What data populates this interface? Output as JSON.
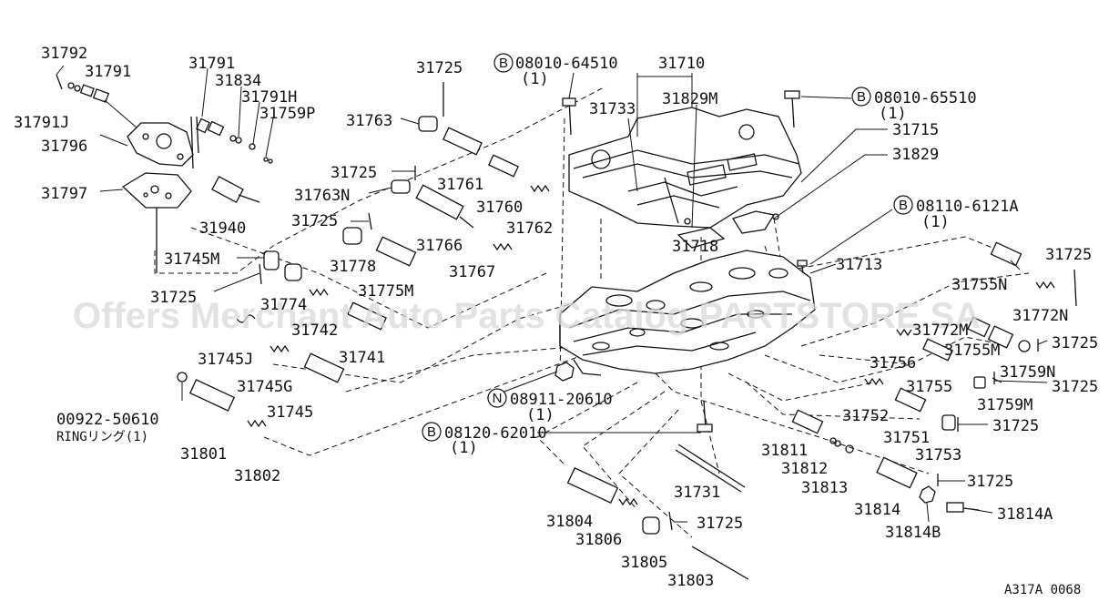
{
  "watermark": "Offers Merchant Auto Parts Catalog PARTSTORE.SA",
  "figure_code": "A317A 0068",
  "callouts": [
    {
      "id": "c1",
      "text": "31792"
    },
    {
      "id": "c2",
      "text": "31791"
    },
    {
      "id": "c3",
      "text": "31791J"
    },
    {
      "id": "c4",
      "text": "31796"
    },
    {
      "id": "c5",
      "text": "31797"
    },
    {
      "id": "c6",
      "text": "31791"
    },
    {
      "id": "c7",
      "text": "31834"
    },
    {
      "id": "c8",
      "text": "31791H"
    },
    {
      "id": "c9",
      "text": "31759P"
    },
    {
      "id": "c10",
      "text": "31940"
    },
    {
      "id": "c11",
      "text": "31725"
    },
    {
      "id": "c12",
      "text": "31763"
    },
    {
      "id": "c13",
      "text": "31725"
    },
    {
      "id": "c14",
      "text": "31761"
    },
    {
      "id": "c15",
      "text": "31763N"
    },
    {
      "id": "c16",
      "text": "31760"
    },
    {
      "id": "c17",
      "text": "31725"
    },
    {
      "id": "c18",
      "text": "31766"
    },
    {
      "id": "c19",
      "text": "31762"
    },
    {
      "id": "c20",
      "text": "31778"
    },
    {
      "id": "c21",
      "text": "31767"
    },
    {
      "id": "c22",
      "text": "31745M"
    },
    {
      "id": "c23",
      "text": "31775M"
    },
    {
      "id": "c24",
      "text": "31725"
    },
    {
      "id": "c25",
      "text": "31774"
    },
    {
      "id": "c26",
      "text": "31742"
    },
    {
      "id": "c27",
      "text": "31741"
    },
    {
      "id": "c28",
      "text": "31745J"
    },
    {
      "id": "c29",
      "text": "31745G"
    },
    {
      "id": "c30",
      "text": "31745"
    },
    {
      "id": "c31",
      "text": "31801"
    },
    {
      "id": "c32",
      "text": "31802"
    },
    {
      "id": "c33",
      "text": "31710"
    },
    {
      "id": "c34",
      "text": "31733"
    },
    {
      "id": "c35",
      "text": "31829M"
    },
    {
      "id": "c36",
      "text": "31715"
    },
    {
      "id": "c37",
      "text": "31829"
    },
    {
      "id": "c38",
      "text": "31718"
    },
    {
      "id": "c39",
      "text": "31713"
    },
    {
      "id": "c40",
      "text": "31725"
    },
    {
      "id": "c41",
      "text": "31755N"
    },
    {
      "id": "c42",
      "text": "31772N"
    },
    {
      "id": "c43",
      "text": "31772M"
    },
    {
      "id": "c44",
      "text": "31755M"
    },
    {
      "id": "c45",
      "text": "31725"
    },
    {
      "id": "c46",
      "text": "31756"
    },
    {
      "id": "c47",
      "text": "31759N"
    },
    {
      "id": "c48",
      "text": "31755"
    },
    {
      "id": "c49",
      "text": "31725"
    },
    {
      "id": "c50",
      "text": "31759M"
    },
    {
      "id": "c51",
      "text": "31752"
    },
    {
      "id": "c52",
      "text": "31751"
    },
    {
      "id": "c53",
      "text": "31725"
    },
    {
      "id": "c54",
      "text": "31753"
    },
    {
      "id": "c55",
      "text": "31811"
    },
    {
      "id": "c56",
      "text": "31812"
    },
    {
      "id": "c57",
      "text": "31813"
    },
    {
      "id": "c58",
      "text": "31725"
    },
    {
      "id": "c59",
      "text": "31814"
    },
    {
      "id": "c60",
      "text": "31814A"
    },
    {
      "id": "c61",
      "text": "31814B"
    },
    {
      "id": "c62",
      "text": "31731"
    },
    {
      "id": "c63",
      "text": "31804"
    },
    {
      "id": "c64",
      "text": "31725"
    },
    {
      "id": "c65",
      "text": "31806"
    },
    {
      "id": "c66",
      "text": "31805"
    },
    {
      "id": "c67",
      "text": "31803"
    }
  ],
  "ring_note": {
    "code": "00922-50610",
    "text": "RINGリング(1)"
  },
  "bolts": [
    {
      "id": "b1",
      "mark": "B",
      "code": "08010-64510",
      "qty": "(1)"
    },
    {
      "id": "b2",
      "mark": "B",
      "code": "08010-65510",
      "qty": "(1)"
    },
    {
      "id": "b3",
      "mark": "B",
      "code": "08110-6121A",
      "qty": "(1)"
    },
    {
      "id": "b4",
      "mark": "N",
      "code": "08911-20610",
      "qty": "(1)"
    },
    {
      "id": "b5",
      "mark": "B",
      "code": "08120-62010",
      "qty": "(1)"
    }
  ]
}
